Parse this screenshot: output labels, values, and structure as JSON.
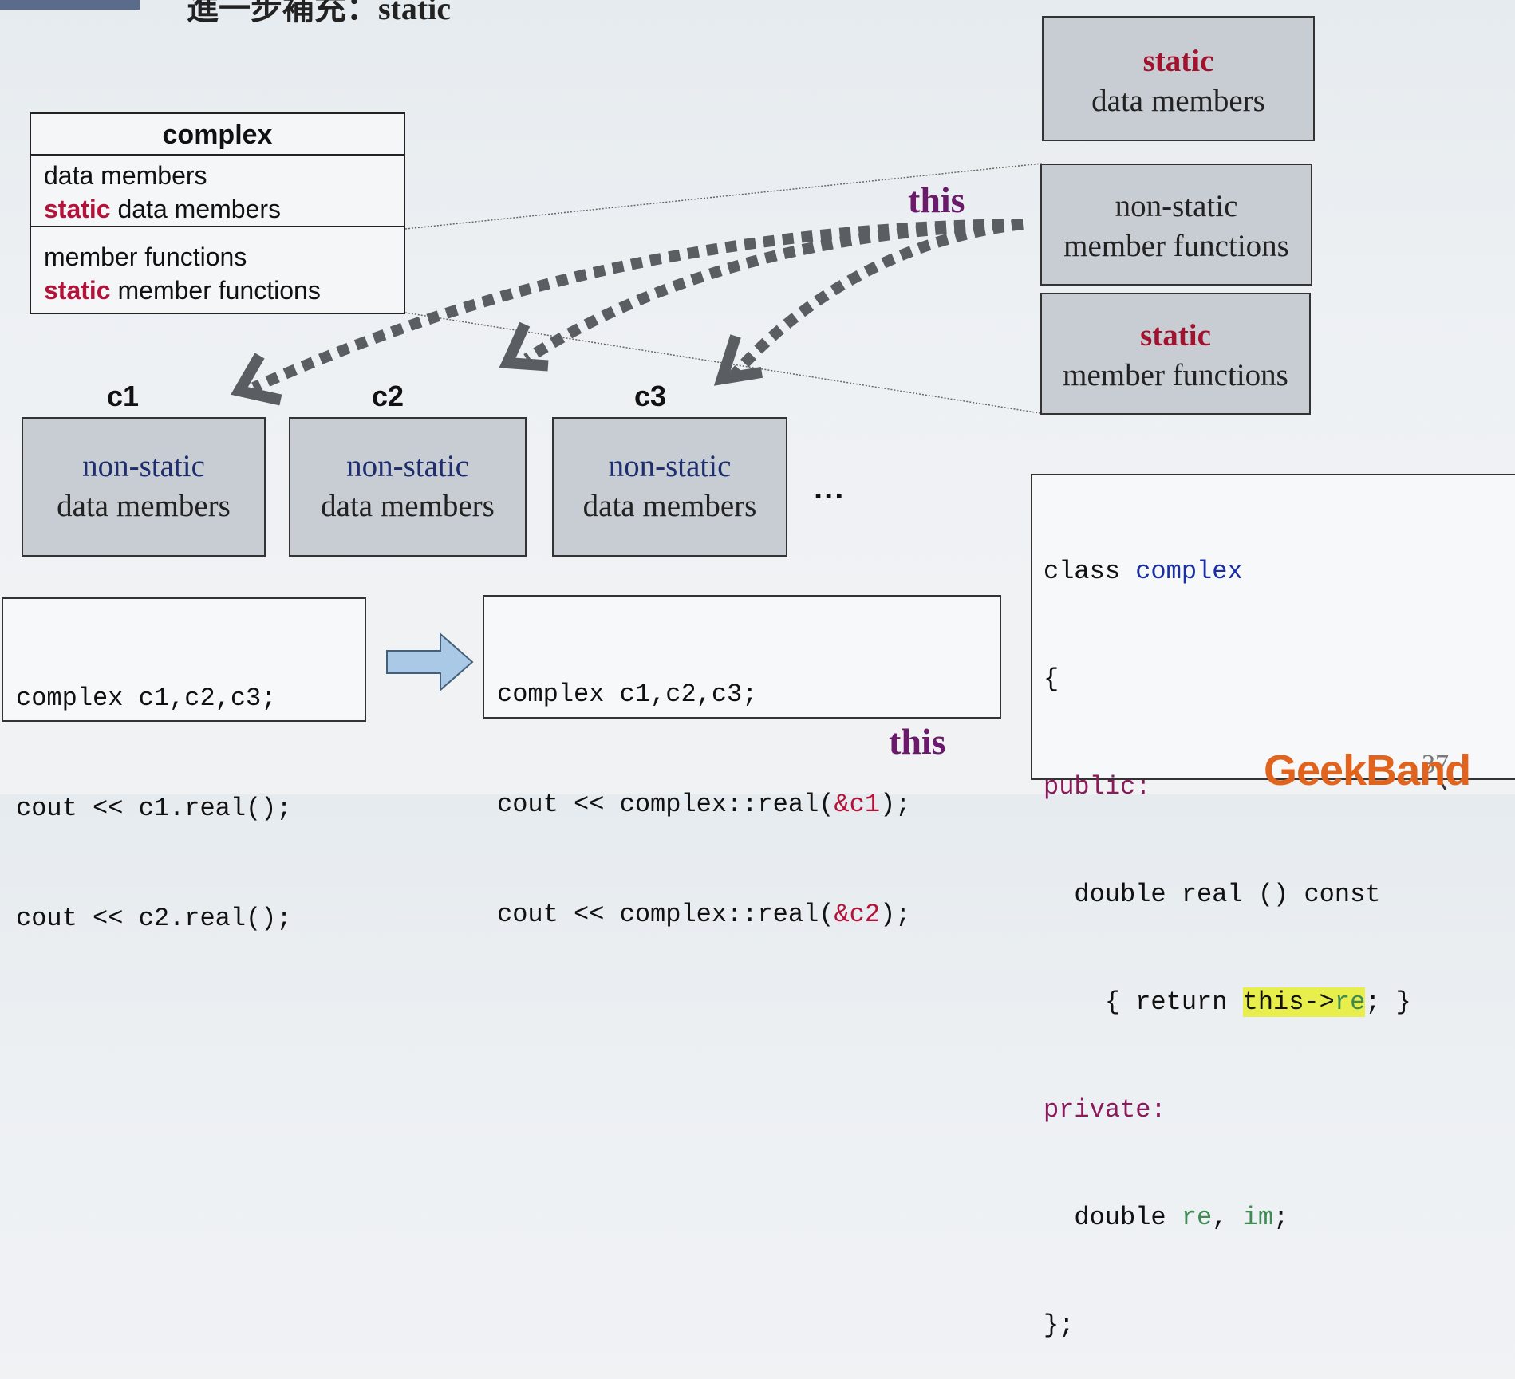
{
  "slide": {
    "title": "進一步補充：static",
    "uml": {
      "class_name": "complex",
      "data_line1": "data members",
      "data_line2_kw": "static",
      "data_line2_rest": " data members",
      "func_line1": "member functions",
      "func_line2_kw": "static",
      "func_line2_rest": " member functions"
    },
    "right_boxes": {
      "static_data_kw": "static",
      "static_data_rest": "data members",
      "nonstatic_funcs_line1": "non-static",
      "nonstatic_funcs_line2": "member functions",
      "static_funcs_kw": "static",
      "static_funcs_rest": "member functions"
    },
    "this_label_top": "this",
    "this_label_bottom": "this",
    "objects": [
      {
        "label": "c1",
        "line1": "non-static",
        "line2": "data members"
      },
      {
        "label": "c2",
        "line1": "non-static",
        "line2": "data members"
      },
      {
        "label": "c3",
        "line1": "non-static",
        "line2": "data members"
      }
    ],
    "ellipsis": "...",
    "code_left": [
      "complex c1,c2,c3;",
      "cout << c1.real();",
      "cout << c2.real();"
    ],
    "code_middle": {
      "line1": "complex c1,c2,c3;",
      "line2_pre": "cout << complex::real(",
      "line2_amp": "&c1",
      "line2_post": ");",
      "line3_pre": "cout << complex::real(",
      "line3_amp": "&c2",
      "line3_post": ");"
    },
    "code_right": {
      "l1_kw": "class ",
      "l1_name": "complex",
      "l2": "{",
      "l3": "public:",
      "l4": "  double real () const",
      "l5_pre": "    { return ",
      "l5_hl": "this->",
      "l5_re": "re",
      "l5_post": "; }",
      "l6": "private:",
      "l7_pre": "  double ",
      "l7_re": "re",
      "l7_mid": ", ",
      "l7_im": "im",
      "l7_post": ";",
      "l8": "};"
    },
    "logo": "GeekBand",
    "page_number": "37",
    "colors": {
      "keyword_red": "#b5123a",
      "this_purple": "#6b1a6b",
      "class_blue": "#1a2fa0",
      "member_green": "#3f8a55",
      "highlight_yellow": "#e8ef4c",
      "box_gray": "#c7cdd3",
      "logo_orange": "#e0641e"
    }
  }
}
